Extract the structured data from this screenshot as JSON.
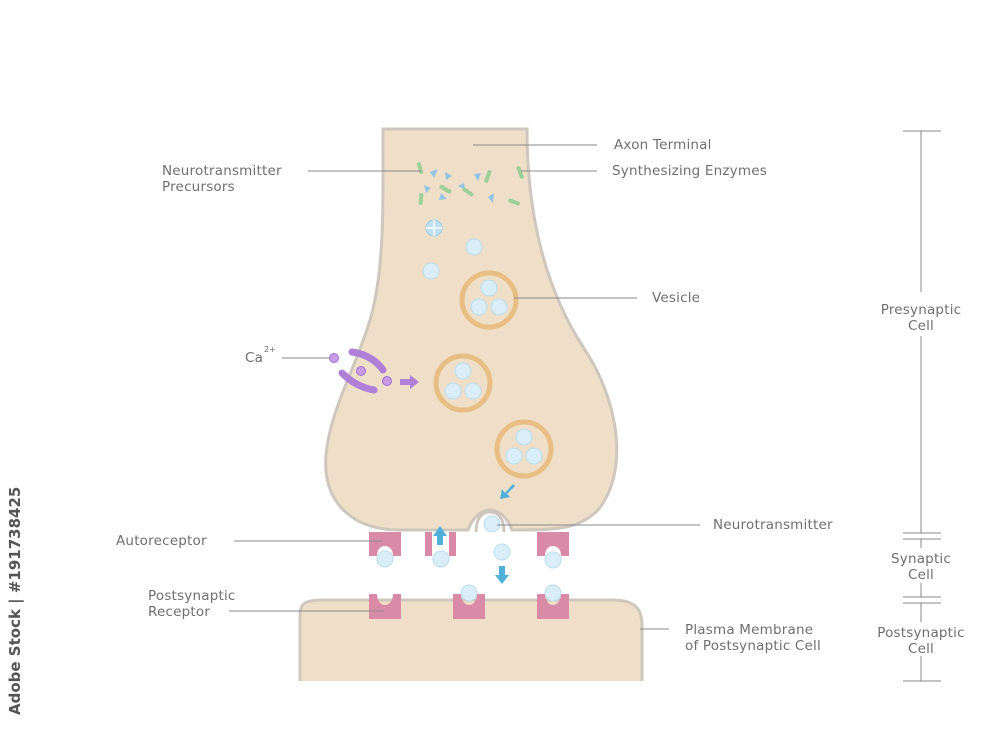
{
  "labels": {
    "axon_terminal": "Axon Terminal",
    "synthesizing_enzymes": "Synthesizing Enzymes",
    "neurotransmitter_precursors": "Neurotransmitter\nPrecursors",
    "vesicle": "Vesicle",
    "calcium": "Ca",
    "calcium_charge": "2+",
    "neurotransmitter": "Neurotransmitter",
    "autoreceptor": "Autoreceptor",
    "postsynaptic_receptor": "Postsynaptic\nReceptor",
    "plasma_membrane": "Plasma Membrane\nof Postsynaptic Cell"
  },
  "regions": {
    "presynaptic": "Presynaptic\nCell",
    "synaptic": "Synaptic\nCell",
    "postsynaptic": "Postsynaptic\nCell"
  },
  "watermark": "Adobe Stock | #191738425",
  "colors": {
    "cell_fill": "#efdfc9",
    "cell_stroke": "#cfc7bd",
    "vesicle_ring": "#e7bf84",
    "molecule": "#d9eef8",
    "receptor": "#d98aa6",
    "calcium": "#b07fd8",
    "arrow_blue": "#4fb1d9",
    "enzyme_green": "#9ccf9a",
    "precursor_blue": "#93c4e2",
    "line": "#8a8a8a"
  }
}
